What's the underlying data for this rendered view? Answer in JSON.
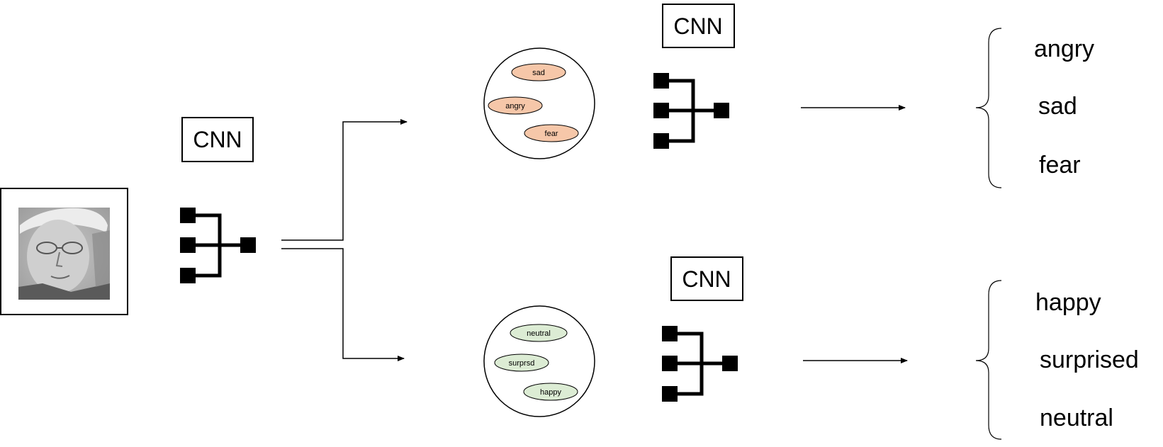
{
  "stage1": {
    "label": "CNN"
  },
  "branches": [
    {
      "id": "negative",
      "label": "CNN",
      "cluster_labels": [
        "sad",
        "angry",
        "fear"
      ],
      "cluster_color": "#f6c7a9",
      "outputs": [
        "angry",
        "sad",
        "fear"
      ]
    },
    {
      "id": "positive",
      "label": "CNN",
      "cluster_labels": [
        "neutral",
        "surprsd",
        "happy"
      ],
      "cluster_color": "#dcecd4",
      "outputs": [
        "happy",
        "surprised",
        "neutral"
      ]
    }
  ]
}
